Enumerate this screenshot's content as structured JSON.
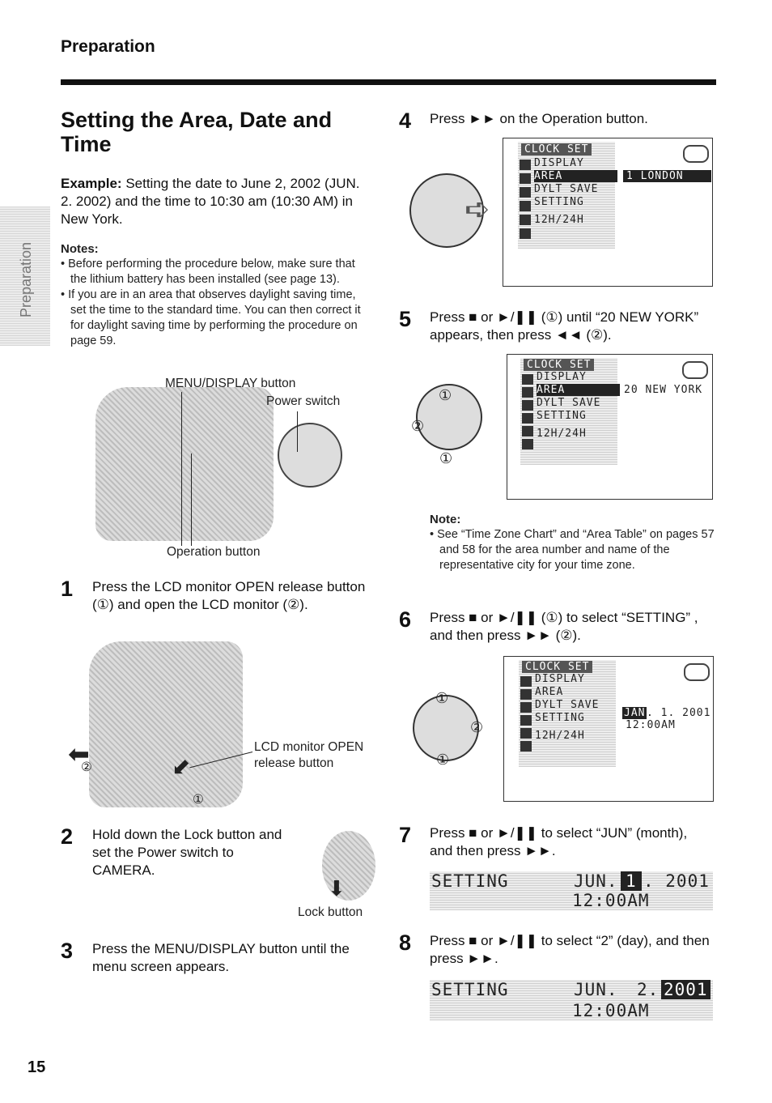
{
  "header": {
    "section": "Preparation"
  },
  "side_tab": {
    "label": "Preparation"
  },
  "title": "Setting the Area, Date and Time",
  "example": {
    "label": "Example:",
    "text": " Setting the date to June 2, 2002 (JUN. 2. 2002) and the time to 10:30 am (10:30 AM) in New York."
  },
  "notes": {
    "title": "Notes:",
    "items": [
      "• Before performing the procedure below, make sure that the lithium battery has been installed (see page 13).",
      "• If you are in an area that observes daylight saving time, set the time to the standard time. You can then correct it for daylight saving time by performing the procedure on page 59."
    ]
  },
  "camera_labels": {
    "menu_display": "MENU/DISPLAY button",
    "power_switch": "Power switch",
    "operation": "Operation button"
  },
  "lcd_labels": {
    "text": "LCD monitor OPEN\nrelease button",
    "c1": "①",
    "c2": "②"
  },
  "lock_label": "Lock button",
  "steps": [
    {
      "num": "1",
      "text": "Press the LCD monitor OPEN release button (①) and open the LCD monitor (②)."
    },
    {
      "num": "2",
      "text": "Hold down the Lock button and set the Power switch to CAMERA."
    },
    {
      "num": "3",
      "text": "Press the MENU/DISPLAY button until the menu screen appears."
    },
    {
      "num": "4",
      "text": "Press ►► on the Operation button."
    },
    {
      "num": "5",
      "text": "Press ■ or ►/❚❚ (①) until “20 NEW YORK” appears, then press ◄◄ (②)."
    },
    {
      "num": "6",
      "text": "Press ■ or ►/❚❚ (①) to select “SETTING” , and then press ►► (②)."
    },
    {
      "num": "7",
      "text": "Press ■ or ►/❚❚ to select “JUN” (month), and then press ►►."
    },
    {
      "num": "8",
      "text": "Press ■ or ►/❚❚ to select “2” (day), and then press ►►."
    }
  ],
  "note_step5": {
    "title": "Note:",
    "text": "• See “Time Zone Chart” and “Area Table” on pages 57 and 58 for the area number and name of the representative city for your time zone."
  },
  "lcd_screens": {
    "s4": {
      "title": "CLOCK SET",
      "r1": "DISPLAY",
      "r2": "AREA",
      "r2v": "1 LONDON",
      "r3": "DYLT SAVE",
      "r4": "SETTING",
      "r5": "12H/24H"
    },
    "s5": {
      "title": "CLOCK SET",
      "r1": "DISPLAY",
      "r2": "AREA",
      "r2v": "20 NEW YORK",
      "r3": "DYLT SAVE",
      "r4": "SETTING",
      "r5": "12H/24H"
    },
    "s6": {
      "title": "CLOCK SET",
      "r1": "DISPLAY",
      "r2": "AREA",
      "r3": "DYLT SAVE",
      "r4": "SETTING",
      "r4m": "JAN",
      "r4v": ". 1. 2001",
      "r4t": "12:00AM",
      "r5": "12H/24H"
    }
  },
  "button_callouts": {
    "c1": "①",
    "c2": "②"
  },
  "strip7": {
    "label": "SETTING",
    "month": "JUN.",
    "day": "1",
    "year": ". 2001",
    "time": "12:00AM"
  },
  "strip8": {
    "label": "SETTING",
    "month": "JUN.",
    "day": "2.",
    "year": "2001",
    "time": "12:00AM"
  },
  "page_number": "15"
}
